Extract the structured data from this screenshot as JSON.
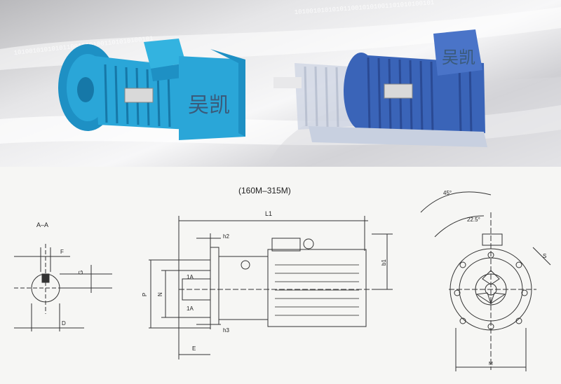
{
  "banner": {
    "left_motor": {
      "badge_text": "吴凯",
      "color": "#2aa6d8"
    },
    "right_motor": {
      "badge_text": "吴凯",
      "color": "#3a64b8"
    },
    "binary_text": "1010010101010110010101001101010100101"
  },
  "drawing": {
    "frame_range": "(160M–315M)",
    "section_label": "A–A",
    "dims": {
      "F": "F",
      "G": "G",
      "D": "D",
      "L1": "L1",
      "h2": "h2",
      "h3": "h3",
      "b1": "b1",
      "P": "P",
      "N": "N",
      "E": "E",
      "A_top": "1A",
      "A_bottom": "1A",
      "angle_outer": "45°",
      "angle_inner": "22.5°",
      "S": "S",
      "M": "M"
    }
  }
}
